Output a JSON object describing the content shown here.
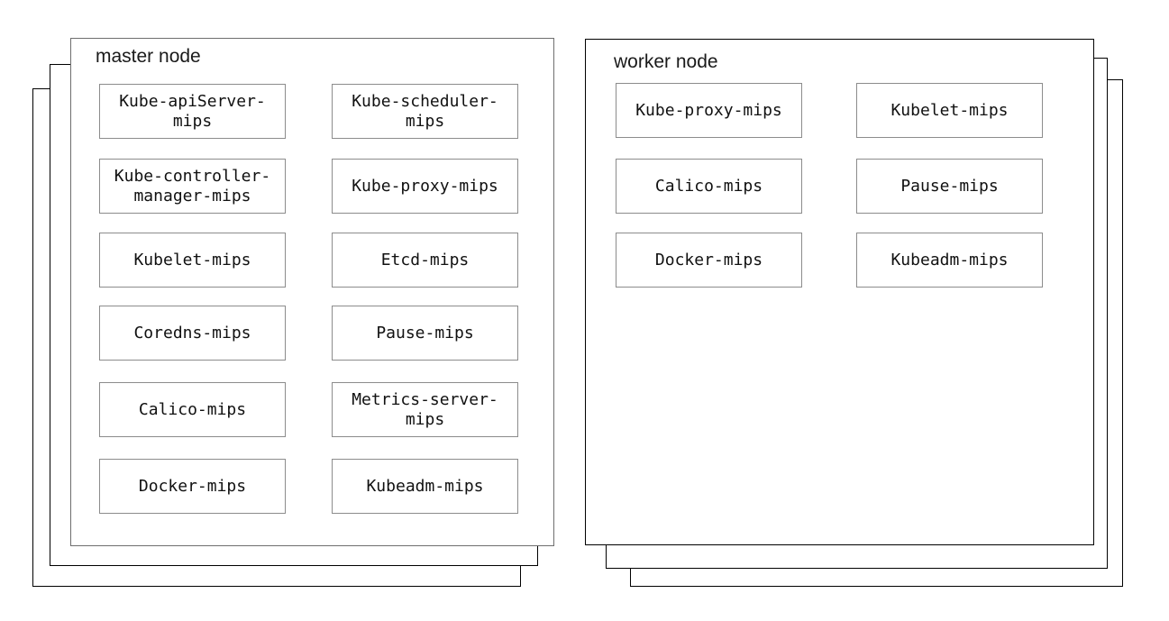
{
  "master": {
    "title": "master node",
    "boxes": [
      {
        "label": "Kube-apiServer-\nmips"
      },
      {
        "label": "Kube-scheduler-\nmips"
      },
      {
        "label": "Kube-controller-\nmanager-mips"
      },
      {
        "label": "Kube-proxy-mips"
      },
      {
        "label": "Kubelet-mips"
      },
      {
        "label": "Etcd-mips"
      },
      {
        "label": "Coredns-mips"
      },
      {
        "label": "Pause-mips"
      },
      {
        "label": "Calico-mips"
      },
      {
        "label": "Metrics-server-\nmips"
      },
      {
        "label": "Docker-mips"
      },
      {
        "label": "Kubeadm-mips"
      }
    ],
    "stack_layers": 3
  },
  "worker": {
    "title": "worker node",
    "boxes": [
      {
        "label": "Kube-proxy-mips"
      },
      {
        "label": "Kubelet-mips"
      },
      {
        "label": "Calico-mips"
      },
      {
        "label": "Pause-mips"
      },
      {
        "label": "Docker-mips"
      },
      {
        "label": "Kubeadm-mips"
      }
    ],
    "stack_layers": 3
  },
  "colors": {
    "background": "#ffffff",
    "master_panel_border": "#6e6e6e",
    "worker_panel_border": "#000000",
    "stack_layer_border": "#000000",
    "component_box_border": "#8c8c8c",
    "text": "#111111"
  }
}
